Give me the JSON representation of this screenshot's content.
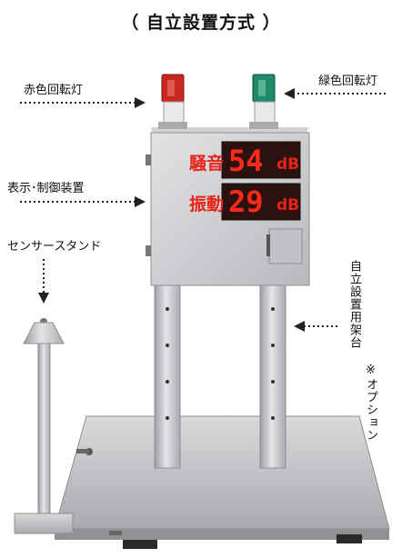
{
  "title": "（ 自立設置方式 ）",
  "labels": {
    "red_lamp": "赤色回転灯",
    "green_lamp": "緑色回転灯",
    "display": "表示･制御装置",
    "sensor_stand": "センサースタンド",
    "stand": "自立設置用架台",
    "option": "※オプション"
  },
  "display": {
    "noise_label": "騒音",
    "noise_value": "54",
    "noise_unit": "dB",
    "vibration_label": "振動",
    "vibration_value": "29",
    "vibration_unit": "dB"
  },
  "colors": {
    "lamp_red": "#c8281e",
    "lamp_green": "#1f8a6a",
    "led": "#ff2a1a",
    "steel": "#c9cacc"
  }
}
